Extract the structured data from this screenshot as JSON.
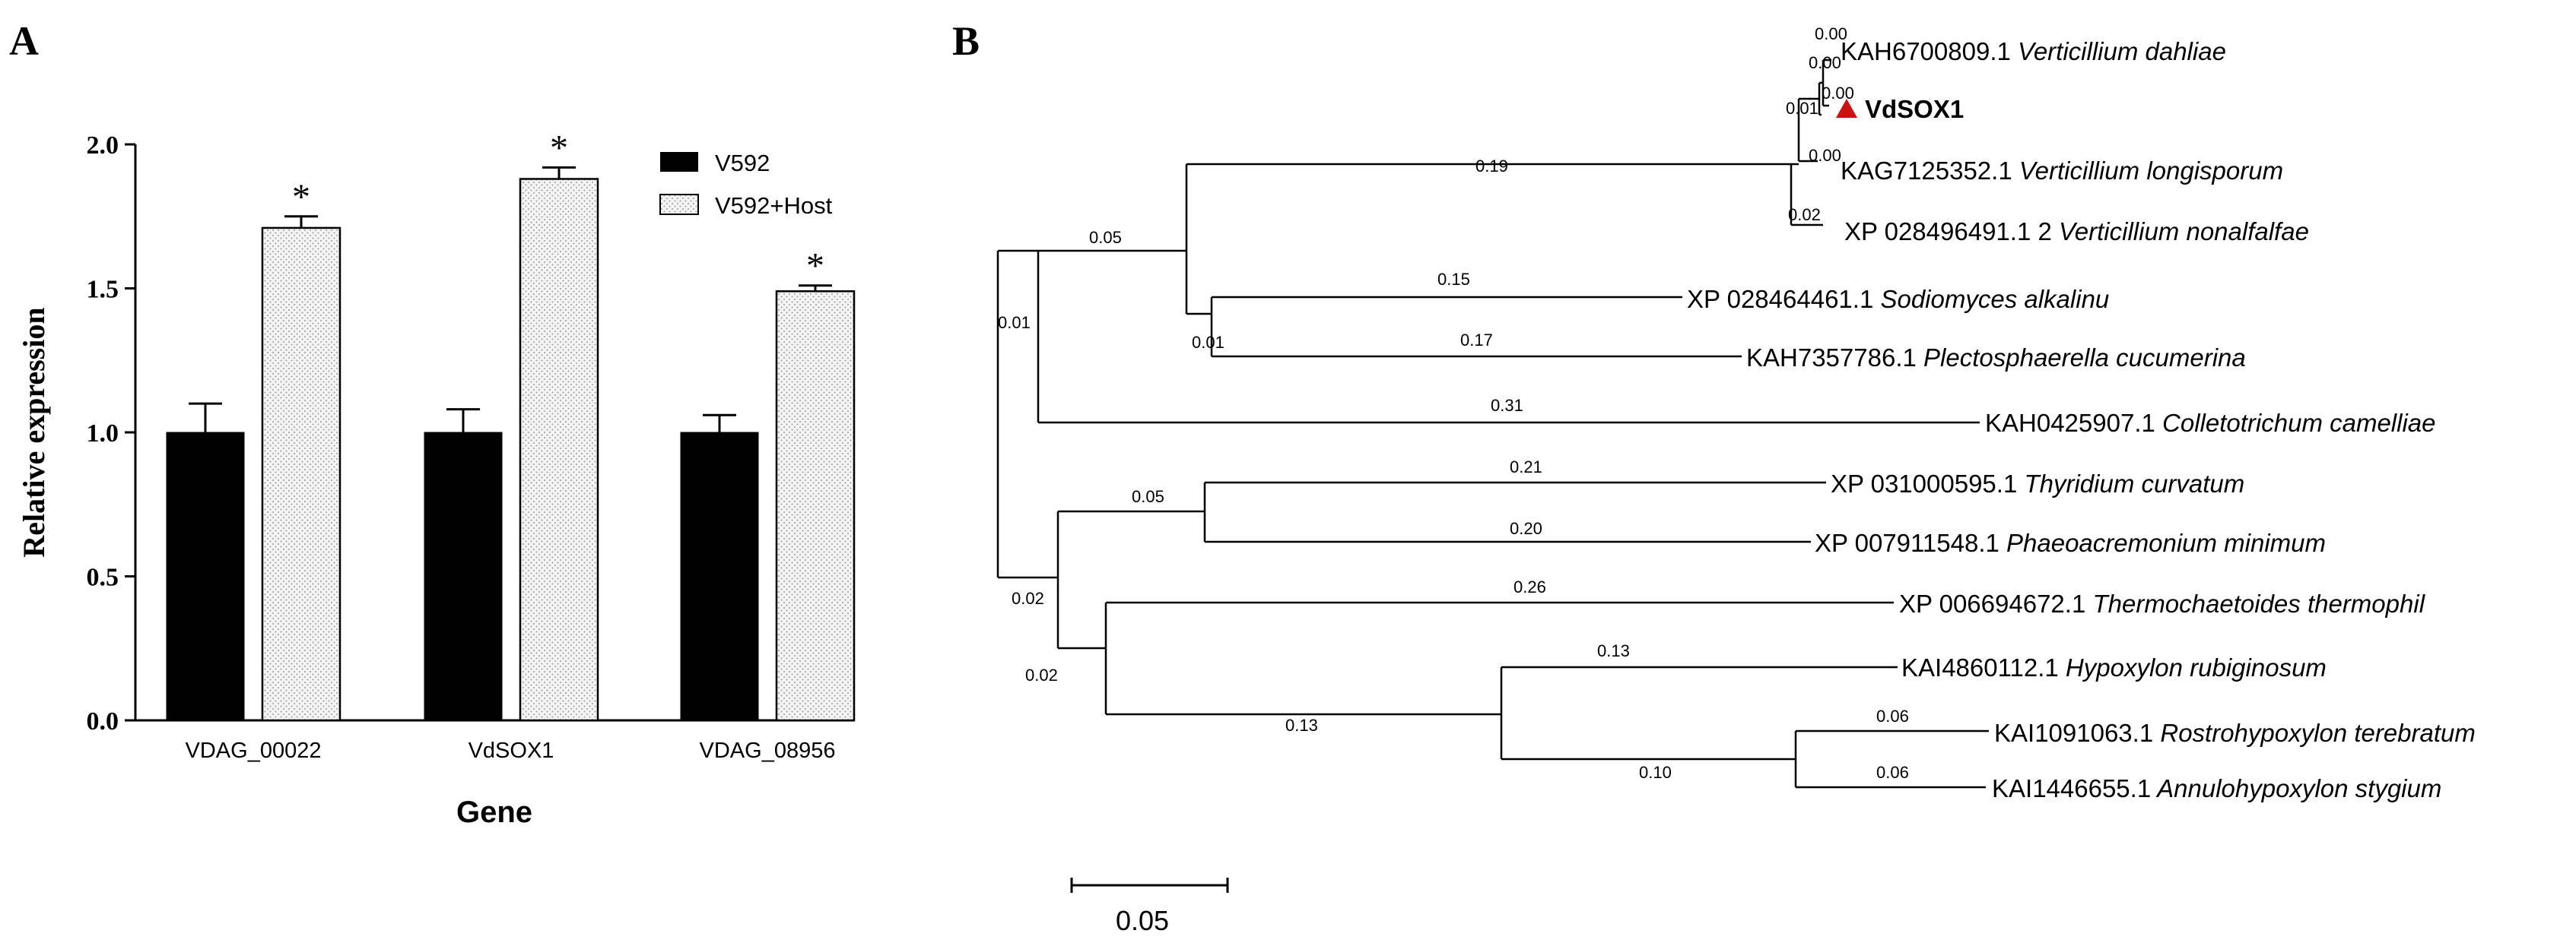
{
  "panel_a": {
    "label": "A",
    "chart_data": {
      "type": "bar",
      "categories": [
        "VDAG_00022",
        "VdSOX1",
        "VDAG_08956"
      ],
      "series": [
        {
          "name": "V592",
          "values": [
            1.0,
            1.0,
            1.0
          ],
          "errors": [
            0.1,
            0.08,
            0.06
          ],
          "color": "#000000",
          "pattern": "solid"
        },
        {
          "name": "V592+Host",
          "values": [
            1.71,
            1.88,
            1.49
          ],
          "errors": [
            0.04,
            0.04,
            0.02
          ],
          "color": "#efefef",
          "pattern": "dotted"
        }
      ],
      "significance": [
        "*",
        "*",
        "*"
      ],
      "xlabel": "Gene",
      "ylabel": "Relative expression",
      "ylim": [
        0,
        2.0
      ],
      "yticks": [
        "0.0",
        "0.5",
        "1.0",
        "1.5",
        "2.0"
      ],
      "grid": false,
      "legend": "top-right"
    }
  },
  "panel_b": {
    "label": "B",
    "scale_bar": "0.05",
    "highlight_marker": "triangle",
    "highlight_color": "#cc1111",
    "taxa": [
      {
        "acc": "KAH6700809.1",
        "species": "Verticillium dahliae"
      },
      {
        "acc": "VdSOX1",
        "species": ""
      },
      {
        "acc": "KAG7125352.1",
        "species": "Verticillium longisporum"
      },
      {
        "acc": "XP 028496491.1 2",
        "species": "Verticillium nonalfalfae"
      },
      {
        "acc": "XP 028464461.1",
        "species": "Sodiomyces alkalinu"
      },
      {
        "acc": "KAH7357786.1",
        "species": "Plectosphaerella cucumerina"
      },
      {
        "acc": "KAH0425907.1",
        "species": "Colletotrichum camelliae"
      },
      {
        "acc": "XP 031000595.1",
        "species": "Thyridium curvatum"
      },
      {
        "acc": "XP 007911548.1",
        "species": "Phaeoacremonium minimum"
      },
      {
        "acc": "XP 006694672.1",
        "species": "Thermochaetoides thermophil"
      },
      {
        "acc": "KAI4860112.1",
        "species": "Hypoxylon rubiginosum"
      },
      {
        "acc": "KAI1091063.1",
        "species": "Rostrohypoxylon terebratum"
      },
      {
        "acc": "KAI1446655.1",
        "species": "Annulohypoxylon stygium"
      }
    ],
    "branch_labels": [
      "0.00",
      "0.00",
      "0.00",
      "0.01",
      "0.00",
      "0.02",
      "0.19",
      "0.05",
      "0.15",
      "0.01",
      "0.17",
      "0.01",
      "0.31",
      "0.21",
      "0.05",
      "0.20",
      "0.02",
      "0.26",
      "0.02",
      "0.13",
      "0.13",
      "0.06",
      "0.10",
      "0.06"
    ]
  }
}
